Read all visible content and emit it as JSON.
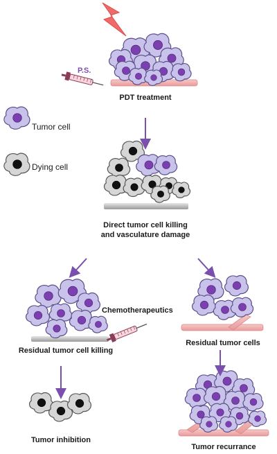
{
  "labels": {
    "ps": "P.S.",
    "pdt_treatment": "PDT treatment",
    "legend_tumor": "Tumor cell",
    "legend_dying": "Dying cell",
    "direct_killing_line1": "Direct tumor cell killing",
    "direct_killing_line2": "and vasculature damage",
    "chemotherapeutics": "Chemotherapeutics",
    "residual_killing": "Residual tumor cell killing",
    "residual_cells": "Residual tumor cells",
    "tumor_inhibition": "Tumor inhibition",
    "tumor_recurrance": "Tumor recurrance"
  },
  "colors": {
    "tumor_cell_fill": "#c9c2ea",
    "tumor_cell_stroke": "#5a4f8a",
    "nucleus": "#7b3fb0",
    "dying_cell_fill": "#d6d6d6",
    "dying_nucleus": "#111111",
    "arrow": "#7b4fae",
    "vessel": "#f2b7b7",
    "gray_base": "#bdbdbd",
    "lightning": "#f06a6a"
  }
}
